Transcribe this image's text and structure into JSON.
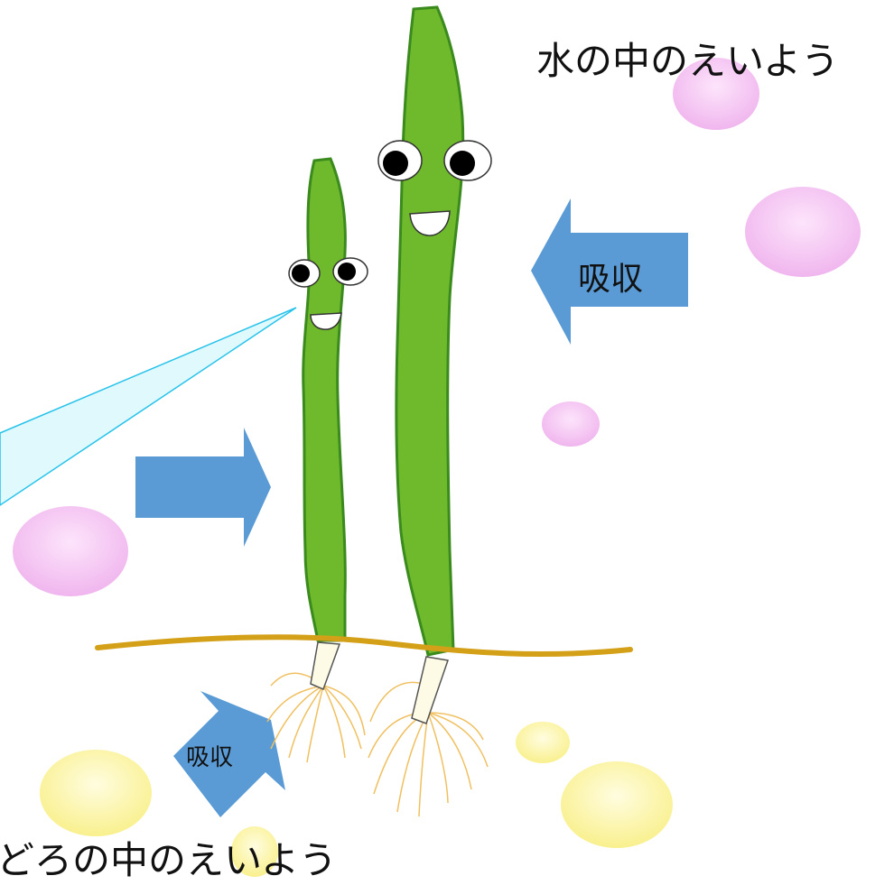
{
  "labels": {
    "water_nutrients": "水の中のえいよう",
    "mud_nutrients": "どろの中のえいよう",
    "absorb_top": "吸収",
    "absorb_bottom": "吸収"
  },
  "colors": {
    "stem_fill": "#6fba2c",
    "stem_stroke": "#3a8a1e",
    "pink_particle": "#f2b8f0",
    "yellow_particle": "#fbf59a",
    "arrow": "#5b9bd5",
    "mud_line": "#d4a017",
    "root": "#f0c060",
    "beam": "#d9f6fb",
    "beam_stroke": "#29c3ea"
  }
}
